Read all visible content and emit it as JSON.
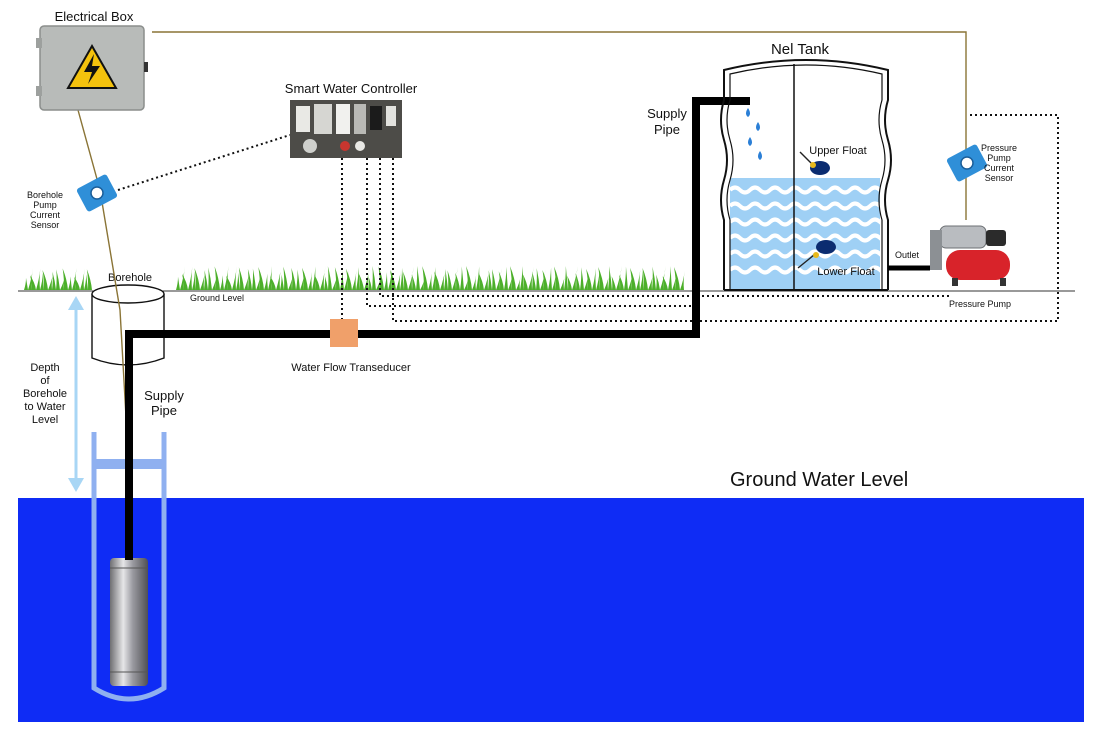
{
  "labels": {
    "electrical_box": "Electrical Box",
    "smart_controller": "Smart Water Controller",
    "tank": "Nel Tank",
    "supply_pipe_top_1": "Supply",
    "supply_pipe_top_2": "Pipe",
    "upper_float": "Upper Float",
    "lower_float": "Lower Float",
    "outlet": "Outlet",
    "pressure_pump": "Pressure Pump",
    "pressure_sensor_1": "Pressure",
    "pressure_sensor_2": "Pump",
    "pressure_sensor_3": "Current",
    "pressure_sensor_4": "Sensor",
    "borehole_sensor_1": "Borehole",
    "borehole_sensor_2": "Pump",
    "borehole_sensor_3": "Current",
    "borehole_sensor_4": "Sensor",
    "borehole": "Borehole",
    "ground_level": "Ground Level",
    "flow_transducer": "Water Flow Transeducer",
    "supply_pipe_bottom_1": "Supply",
    "supply_pipe_bottom_2": "Pipe",
    "depth_1": "Depth",
    "depth_2": "of",
    "depth_3": "Borehole",
    "depth_4": "to Water",
    "depth_5": "Level",
    "ground_water": "Ground Water Level"
  },
  "colors": {
    "ground_water": "#0f2cf5",
    "tank_water": "#9fd0f5",
    "tank_wave": "#ffffff",
    "grass": "#4caf2a",
    "transducer": "#f0a06a",
    "sensor": "#2f8fd8",
    "pump_red": "#d8232a",
    "depth_arrow": "#a8d6f5",
    "casing": "#8fb0f0"
  }
}
